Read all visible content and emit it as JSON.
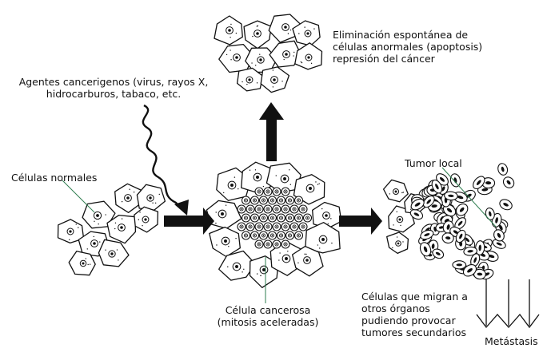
{
  "colors": {
    "ink": "#111111",
    "leader": "#2e7d4f",
    "paper": "#ffffff"
  },
  "labels": {
    "normal_cells": "Células normales",
    "agents": [
      "Agentes cancerigenos (virus, rayos X,",
      "hidrocarburos, tabaco, etc."
    ],
    "apoptosis": [
      "Eliminación espontánea de",
      "células anormales (apoptosis)",
      "represión del cáncer"
    ],
    "cancer_cell": [
      "Célula cancerosa",
      "(mitosis aceleradas)"
    ],
    "local_tumor": "Tumor local",
    "migration": [
      "Células que migran a",
      "otros órganos",
      "pudiendo provocar",
      "tumores secundarios"
    ],
    "metastasis": "Metástasis"
  }
}
